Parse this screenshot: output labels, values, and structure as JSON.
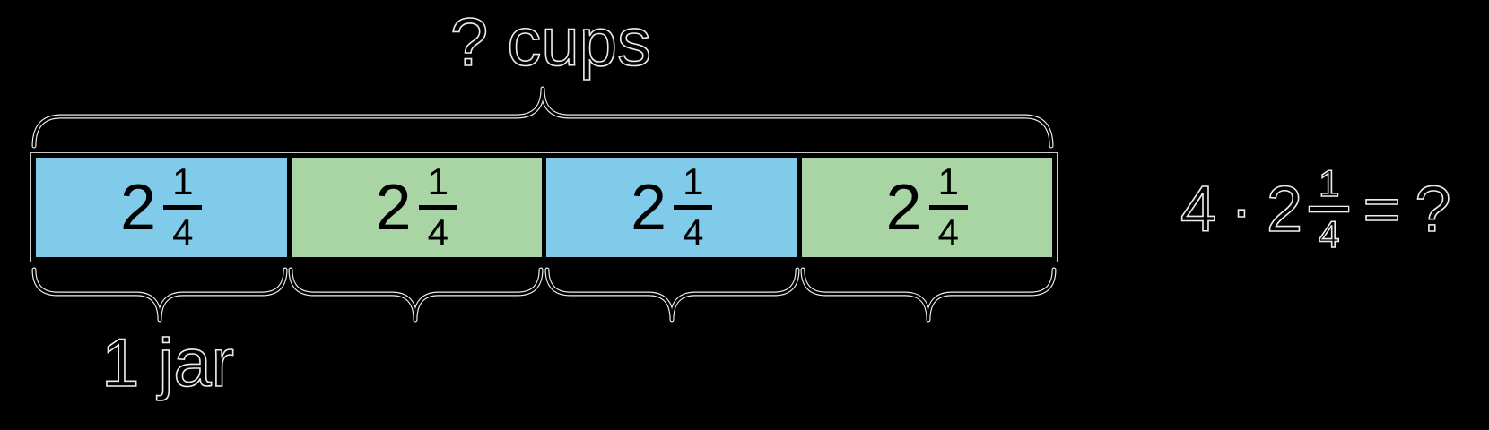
{
  "diagram": {
    "top_label": "? cups",
    "bottom_label": "1 jar",
    "cells": [
      {
        "whole": "2",
        "num": "1",
        "den": "4",
        "color": "#7fcbe9"
      },
      {
        "whole": "2",
        "num": "1",
        "den": "4",
        "color": "#a8d5a3"
      },
      {
        "whole": "2",
        "num": "1",
        "den": "4",
        "color": "#7fcbe9"
      },
      {
        "whole": "2",
        "num": "1",
        "den": "4",
        "color": "#a8d5a3"
      }
    ]
  },
  "equation": {
    "factor": "4",
    "times_dot": "·",
    "whole": "2",
    "num": "1",
    "den": "4",
    "equals": "=",
    "result": "?"
  },
  "colors": {
    "background": "#000000",
    "cell_blue": "#7fcbe9",
    "cell_green": "#a8d5a3",
    "ink": "#000000",
    "outline_fringe": "#ececec"
  }
}
